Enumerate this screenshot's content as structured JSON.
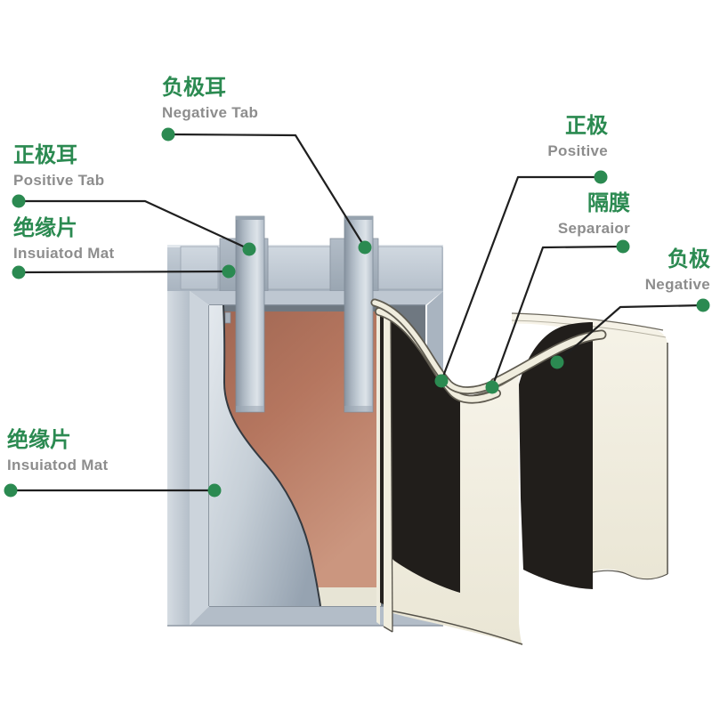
{
  "diagram": {
    "type": "lithium-pouch-battery-structure",
    "background": "#ffffff"
  },
  "colors": {
    "accent_green": "#2b8a51",
    "label_en_gray": "#8d8d8d",
    "leader_line": "#1f1f1f",
    "pouch_gray": "#bcc6d1",
    "tab_metal": "#c2ccd5",
    "copper_foil": "#b87c66",
    "electrode_black": "#211e1b",
    "separator_cream": "#f2efe2"
  },
  "labels": [
    {
      "id": "negative-tab",
      "zh": "负极耳",
      "en": "Negative Tab"
    },
    {
      "id": "positive-tab",
      "zh": "正极耳",
      "en": "Positive Tab"
    },
    {
      "id": "insulation-mat-top",
      "zh": "绝缘片",
      "en": "Insuiatod Mat"
    },
    {
      "id": "insulation-mat-bottom",
      "zh": "绝缘片",
      "en": "Insuiatod Mat"
    },
    {
      "id": "positive",
      "zh": "正极",
      "en": "Positive"
    },
    {
      "id": "separator",
      "zh": "隔膜",
      "en": "Separaior"
    },
    {
      "id": "negative",
      "zh": "负极",
      "en": "Negative"
    }
  ]
}
